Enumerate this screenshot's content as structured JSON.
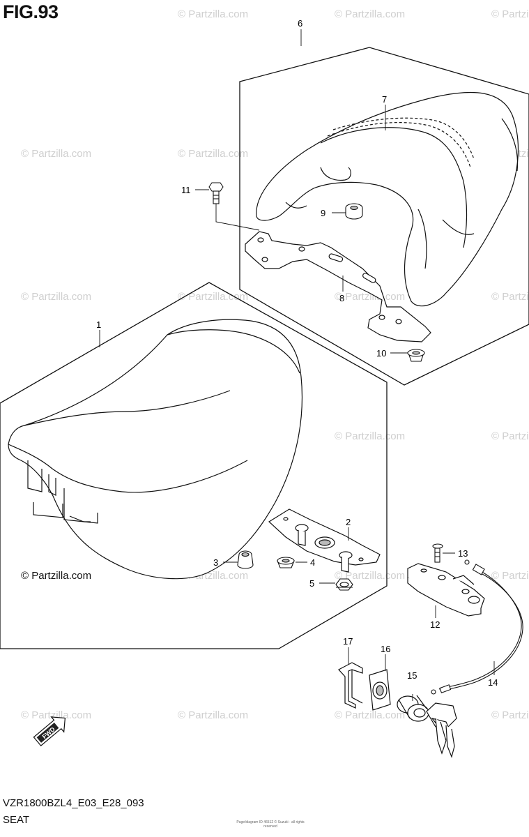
{
  "figure": {
    "title": "FIG.93",
    "model_code": "VZR1800BZL4_E03_E28_093",
    "caption": "SEAT",
    "fine_print": "Page/diagram ID 46512 © Suzuki · all rights reserved"
  },
  "copyright": "© Partzilla.com",
  "watermark": "© Partzilla.com",
  "fwd_label": "FWD",
  "callouts": [
    {
      "id": "1",
      "part": "seat"
    },
    {
      "id": "2",
      "part": "seat-plate"
    },
    {
      "id": "3",
      "part": "cushion"
    },
    {
      "id": "4",
      "part": "cushion"
    },
    {
      "id": "5",
      "part": "nut"
    },
    {
      "id": "6",
      "part": "pillion-seat-assembly"
    },
    {
      "id": "7",
      "part": "pillion-seat-cover"
    },
    {
      "id": "8",
      "part": "bracket"
    },
    {
      "id": "9",
      "part": "cushion"
    },
    {
      "id": "10",
      "part": "cushion"
    },
    {
      "id": "11",
      "part": "bolt"
    },
    {
      "id": "12",
      "part": "seat-lock"
    },
    {
      "id": "13",
      "part": "screw"
    },
    {
      "id": "14",
      "part": "cable"
    },
    {
      "id": "15",
      "part": "lock-set"
    },
    {
      "id": "16",
      "part": "plate"
    },
    {
      "id": "17",
      "part": "clip"
    }
  ]
}
